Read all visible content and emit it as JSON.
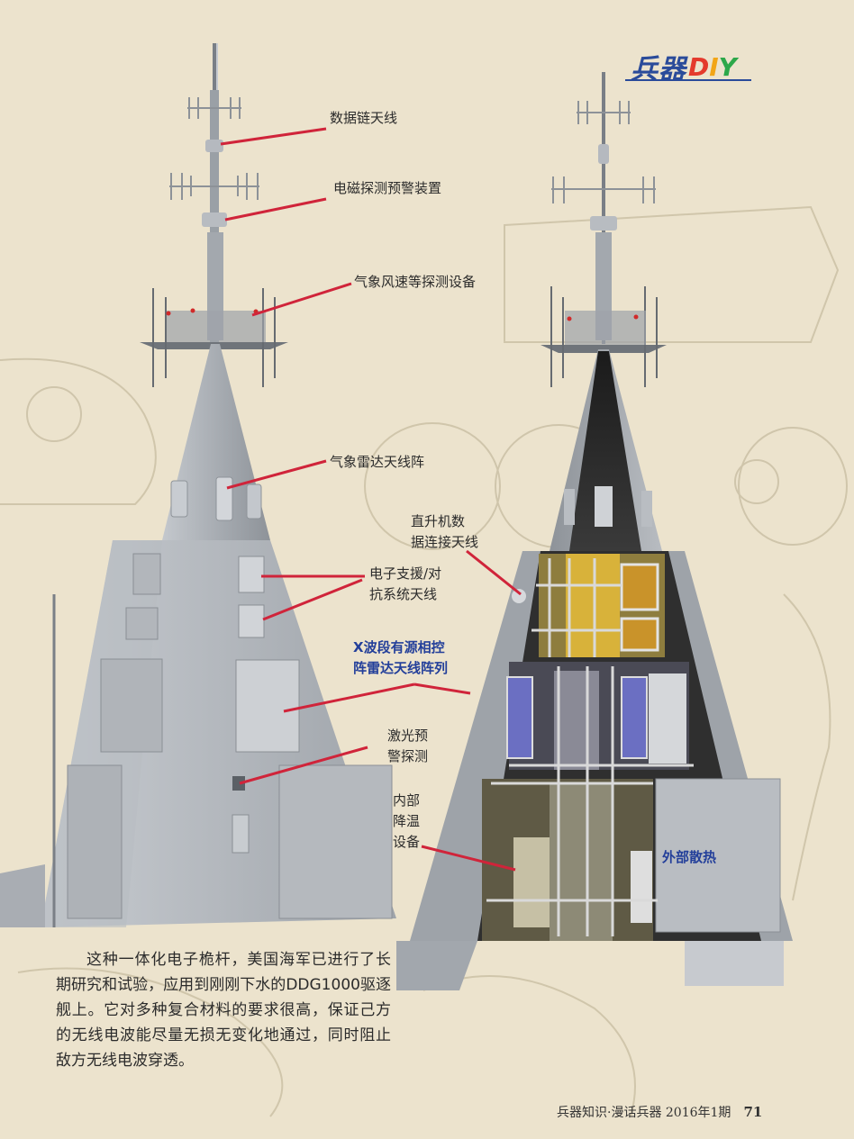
{
  "logo": {
    "text_cn": "兵器",
    "text_en": "DIY",
    "colors": [
      "#e43a2d",
      "#f2a516",
      "#2da84a"
    ]
  },
  "callouts": {
    "datalink": "数据链天线",
    "esm": "电磁探测预警装置",
    "weather_sensor": "气象风速等探测设备",
    "weather_radar": "气象雷达天线阵",
    "electronic_support_line1": "电子支援/对",
    "electronic_support_line2": "抗系统天线",
    "xband_line1": "X波段有源相控",
    "xband_line2": "阵雷达天线阵列",
    "laser_line1": "激光预",
    "laser_line2": "警探测",
    "heli_line1": "直升机数",
    "heli_line2": "据连接天线",
    "cooling_line1": "内部",
    "cooling_line2": "降温",
    "cooling_line3": "设备",
    "external_cooling": "外部散热"
  },
  "body_text": "这种一体化电子桅杆，美国海军已进行了长期研究和试验，应用到刚刚下水的DDG1000驱逐舰上。它对多种复合材料的要求很高，保证己方的无线电波能尽量无损无变化地通过，同时阻止敌方无线电波穿透。",
  "footer": {
    "publication": "兵器知识·漫话兵器  2016年1期",
    "page": "71"
  },
  "colors": {
    "background": "#ece3cd",
    "leader_line": "#d0243a",
    "accent_blue": "#233f9a",
    "mast_grey": "#a9adb3"
  }
}
